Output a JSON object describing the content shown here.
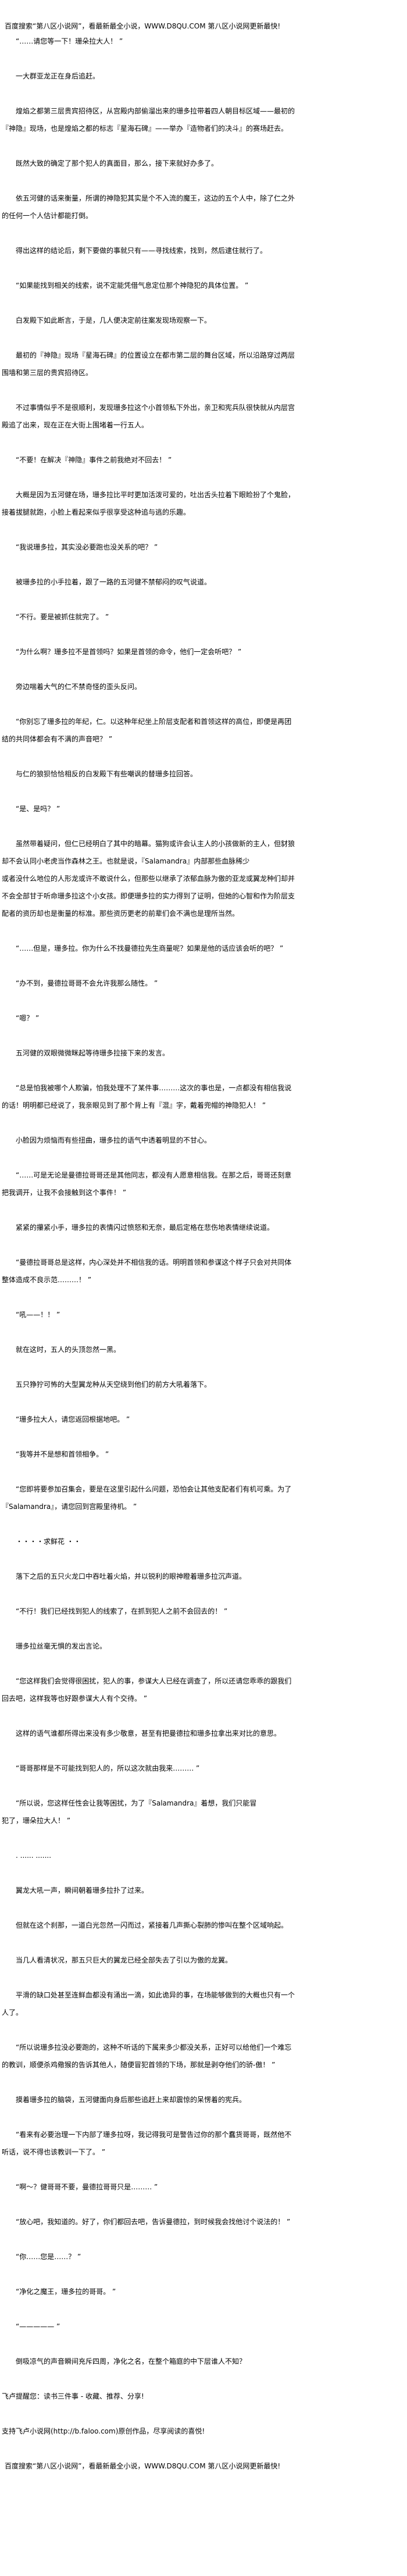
{
  "banner_top": "百度搜索“第八区小说网”，看最新最全小说，WWW.D8QU.COM  第八区小说网更新最快!",
  "paragraphs": [
    {
      "text": "“……请您等一下！珊朵拉大人！ ”",
      "gap": false,
      "first": true
    },
    {
      "text": "一大群亚龙正在身后追赶。",
      "gap": true
    },
    {
      "text": "煌焰之都第三层贵宾招待区，从宫殿内部偷溜出来的珊多拉带着四人朝目标区域——最初的『神隐』现场，也是煌焰之都的标志『星海石碑』——举办『造物者们的决斗』的赛场赶去。",
      "gap": false
    },
    {
      "text": "既然大致的确定了那个犯人的真面目，那么，接下来就好办多了。",
      "gap": false
    },
    {
      "text": "依五河健的话来衡量，所谓的神隐犯其实是个不入流的魔王，这边的五个人中，除了仁之外的任何一个人估计都能打倒。",
      "gap": false
    },
    {
      "text": "得出这样的结论后，剩下要做的事就只有——寻找线索，找到，然后逮住就行了。",
      "gap": false
    },
    {
      "text": "“如果能找到相关的线索，说不定能凭借气息定位那个神隐犯的具体位置。 ”",
      "gap": false
    },
    {
      "text": "白发殿下如此断言，于是，几人便决定前往案发现场观察一下。",
      "gap": false
    },
    {
      "text": "最初的『神隐』现场『星海石碑』的位置设立在都市第二层的舞台区域，所以沿路穿过两层围墙和第三层的贵宾招待区。",
      "gap": false
    },
    {
      "text": "不过事情似乎不是很顺利，发现珊多拉这个小首领私下外出，亲卫和宪兵队很快就从内层宫殿追了出来，现在正在大街上围堵着一行五人。",
      "gap": false
    },
    {
      "text": "“不要！在解决『神隐』事件之前我绝对不回去！ ”",
      "gap": false
    },
    {
      "text": "大概是因为五河健在场，珊多拉比平时更加活泼可爱的，吐出舌头拉着下眼睑扮了个鬼脸，接着拔腿就跑，小脸上看起来似乎很享受这种追与逃的乐趣。",
      "gap": false
    },
    {
      "text": "“我说珊多拉，其实没必要跑也没关系的吧？ ”",
      "gap": false
    },
    {
      "text": "被珊多拉的小手拉着，跟了一路的五河健不禁郁闷的叹气说道。",
      "gap": false
    },
    {
      "text": "“不行。要是被抓住就完了。 ”",
      "gap": false
    },
    {
      "text": "“为什么啊？珊多拉不是首领吗？如果是首领的命令，他们一定会听吧？ ”",
      "gap": false
    },
    {
      "text": "旁边喘着大气的仁不禁奇怪的歪头反问。",
      "gap": false
    },
    {
      "text": "“你别忘了珊多拉的年纪，仁。以这种年纪坐上阶层支配者和首领这样的高位，即便是再团结的共同体都会有不满的声音吧？ ”",
      "gap": false
    },
    {
      "text": "与仁的狼狈恰恰相反的白发殿下有些嘲讽的替珊多拉回答。",
      "gap": false
    },
    {
      "text": "“是、是吗？ ”",
      "gap": false
    },
    {
      "text": "虽然带着疑问，但仁已经明白了其中的暗幕。猫狗或许会认主人的小孩做新的主人，但豺狼却不会认同小老虎当作森林之王。也就是说，『Salamandra』内部那些血脉稀少\n或者没什么地位的人形龙或许不敢说什么，但那些以继承了浓郁血脉为傲的亚龙或翼龙种们却并不会全部甘于听命珊多拉这个小女孩。即便珊多拉的实力得到了证明，但她的心智和作为阶层支配者的资历却也是衡量的标准。那些资历更老的前辈们会不满也是理所当然。",
      "gap": false
    },
    {
      "text": "“……但是，珊多拉。你为什么不找曼德拉先生商量呢？如果是他的话应该会听的吧？ ”",
      "gap": false
    },
    {
      "text": "“办不到，曼德拉哥哥不会允许我那么随性。 ”",
      "gap": true
    },
    {
      "text": "“嗯？ ”",
      "gap": false
    },
    {
      "text": "五河健的双眼微微眯起等待珊多拉接下来的发言。",
      "gap": false
    },
    {
      "text": "“总是怕我被哪个人欺骗，怕我处理不了某件事………这次的事也是，一点都没有相信我说的话！明明都已经说了，我亲眼见到了那个背上有『混』字，戴着兜帽的神隐犯人！ ”",
      "gap": false
    },
    {
      "text": "小脸因为烦恼而有些扭曲，珊多拉的语气中透着明显的不甘心。",
      "gap": false
    },
    {
      "text": "“……可是无论是曼德拉哥哥还是其他同志，都没有人愿意相信我。在那之后，哥哥还刻意把我调开，让我不会接触到这个事件！ ”",
      "gap": false
    },
    {
      "text": "紧紧的攥紧小手，珊多拉的表情闪过愤怒和无奈，最后定格在悲伤地表情继续说道。",
      "gap": false
    },
    {
      "text": "“曼德拉哥哥总是这样，内心深处并不相信我的话。明明首领和参谋这个样子只会对共同体整体造成不良示范………！ ”",
      "gap": false
    },
    {
      "text": "“吼——！！ ”",
      "gap": false
    },
    {
      "text": "就在这时，五人的头顶忽然一黑。",
      "gap": false
    },
    {
      "text": "五只狰狞可怖的大型翼龙种从天空绕到他们的前方大吼着落下。",
      "gap": false
    },
    {
      "text": "“珊多拉大人，请您返回根据地吧。 ”",
      "gap": false
    },
    {
      "text": "“我等并不是想和首领相争。 ”",
      "gap": false
    },
    {
      "text": "“您即将要参加召集会，要是在这里引起什么问题，恐怕会让其他支配者们有机可乘。为了『Salamandra』，请您回到宫殿里待机。 ”",
      "gap": false
    },
    {
      "text": "・・・・求鲜花 ・・",
      "gap": false
    },
    {
      "text": "落下之后的五只火龙口中吞吐着火焰，并以锐利的眼神瞪着珊多拉沉声道。",
      "gap": false
    },
    {
      "text": "“不行！我们已经找到犯人的线索了，在抓到犯人之前不会回去的！ ”",
      "gap": false
    },
    {
      "text": "珊多拉丝毫无惧的发出言论。",
      "gap": false
    },
    {
      "text": "“您这样我们会觉得很困扰，犯人的事，参谋大人已经在调查了，所以还请您乖乖的跟我们回去吧，这样我等也好跟参谋大人有个交待。 ”",
      "gap": false
    },
    {
      "text": "这样的语气谁都所得出来没有多少敬意，甚至有把曼德拉和珊多拉拿出来对比的意思。",
      "gap": false
    },
    {
      "text": "“哥哥那样是不可能找到犯人的，所以这次就由我来……… ”",
      "gap": false
    },
    {
      "text": "“所以说，您这样任性会让我等困扰，为了『Salamandra』着想，我们只能冒\n犯了，珊朵拉大人！ ”",
      "gap": false
    },
    {
      "text": ". ...... .......",
      "gap": false
    },
    {
      "text": "翼龙大吼一声，瞬间朝着珊多拉扑了过来。",
      "gap": false
    },
    {
      "text": "但就在这个刹那，一道白光忽然一闪而过，紧接着几声撕心裂肺的惨叫在整个区域响起。",
      "gap": false
    },
    {
      "text": "当几人看清状况，那五只巨大的翼龙已经全部失去了引以为傲的龙翼。",
      "gap": true
    },
    {
      "text": "平滑的缺口处甚至连鲜血都没有涌出一滴，如此诡异的事，在场能够做到的大概也只有一个人了。",
      "gap": false
    },
    {
      "text": "“所以说珊多拉没必要跑的，这种不听话的下属来多少都没关系，正好可以给他们一个难忘的教训，顺便杀鸡儆猴的告诉其他人，随便冒犯首领的下场，那就是剥夺他们的骄-傲！ ”",
      "gap": false
    },
    {
      "text": "摸着珊多拉的脑袋，五河健面向身后那些追赶上来却震惊的呆愣着的宪兵。",
      "gap": true
    },
    {
      "text": "“看来有必要治理一下内部了珊多拉呀，我记得我可是警告过你的那个蠢货哥哥，既然他不听话，说不得也该教训一下了。 ”",
      "gap": false
    },
    {
      "text": "“啊～？健哥哥不要，曼德拉哥哥只是……… ”",
      "gap": false
    },
    {
      "text": "“放心吧，我知道的。好了，你们都回去吧，告诉曼德拉，到时候我会找他讨个说法的！ ”",
      "gap": false
    },
    {
      "text": "“你……您是……？ ”",
      "gap": false
    },
    {
      "text": "“净化之魔王，珊多拉的哥哥。 ”",
      "gap": false
    },
    {
      "text": "“————— ”",
      "gap": false
    },
    {
      "text": "倒吸凉气的声音瞬间充斥四周，净化之名，在整个箱庭的中下层谁人不知？",
      "gap": false
    }
  ],
  "footer": {
    "reminder": "飞卢提醒您：读书三件事 - 收藏、推荐、分享!",
    "support": "支持飞卢小说网(http://b.faloo.com)原创作品，尽享阅读的喜悦!",
    "banner_bottom": "百度搜索“第八区小说网”，看最新最全小说，WWW.D8QU.COM  第八区小说网更新最快!"
  }
}
